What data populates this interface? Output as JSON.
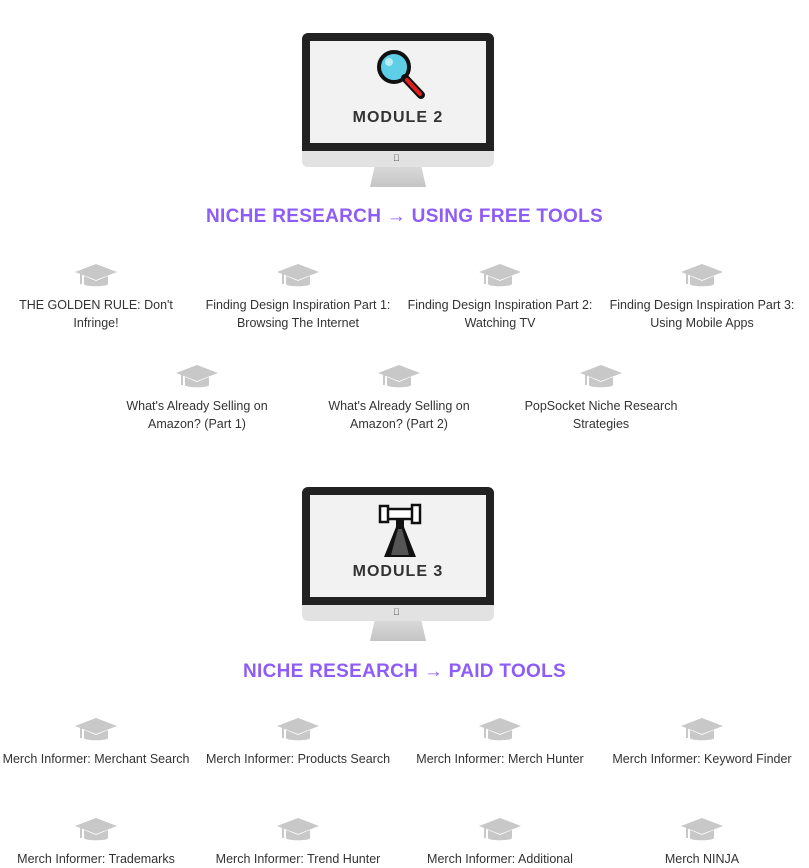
{
  "modules": [
    {
      "label": "MODULE 2",
      "icon": "magnifier-icon",
      "title": "NICHE RESEARCH → USING FREE TOOLS",
      "lessons": [
        "THE GOLDEN RULE: Don't Infringe!",
        "Finding Design Inspiration Part 1: Browsing The Internet",
        "Finding Design Inspiration Part 2: Watching TV",
        "Finding Design Inspiration Part 3: Using Mobile Apps",
        "What's Already Selling on Amazon? (Part 1)",
        "What's Already Selling on Amazon? (Part 2)",
        "PopSocket Niche Research Strategies"
      ]
    },
    {
      "label": "MODULE 3",
      "icon": "telescope-icon",
      "title": "NICHE RESEARCH → PAID TOOLS",
      "lessons": [
        "Merch Informer: Merchant Search",
        "Merch Informer: Products Search",
        "Merch Informer: Merch Hunter",
        "Merch Informer: Keyword Finder",
        "Merch Informer: Trademarks",
        "Merch Informer: Trend Hunter",
        "Merch Informer: Additional",
        "Merch NINJA"
      ]
    }
  ],
  "colors": {
    "accent": "#8e5cf7",
    "cap": "#c8c8c8"
  }
}
